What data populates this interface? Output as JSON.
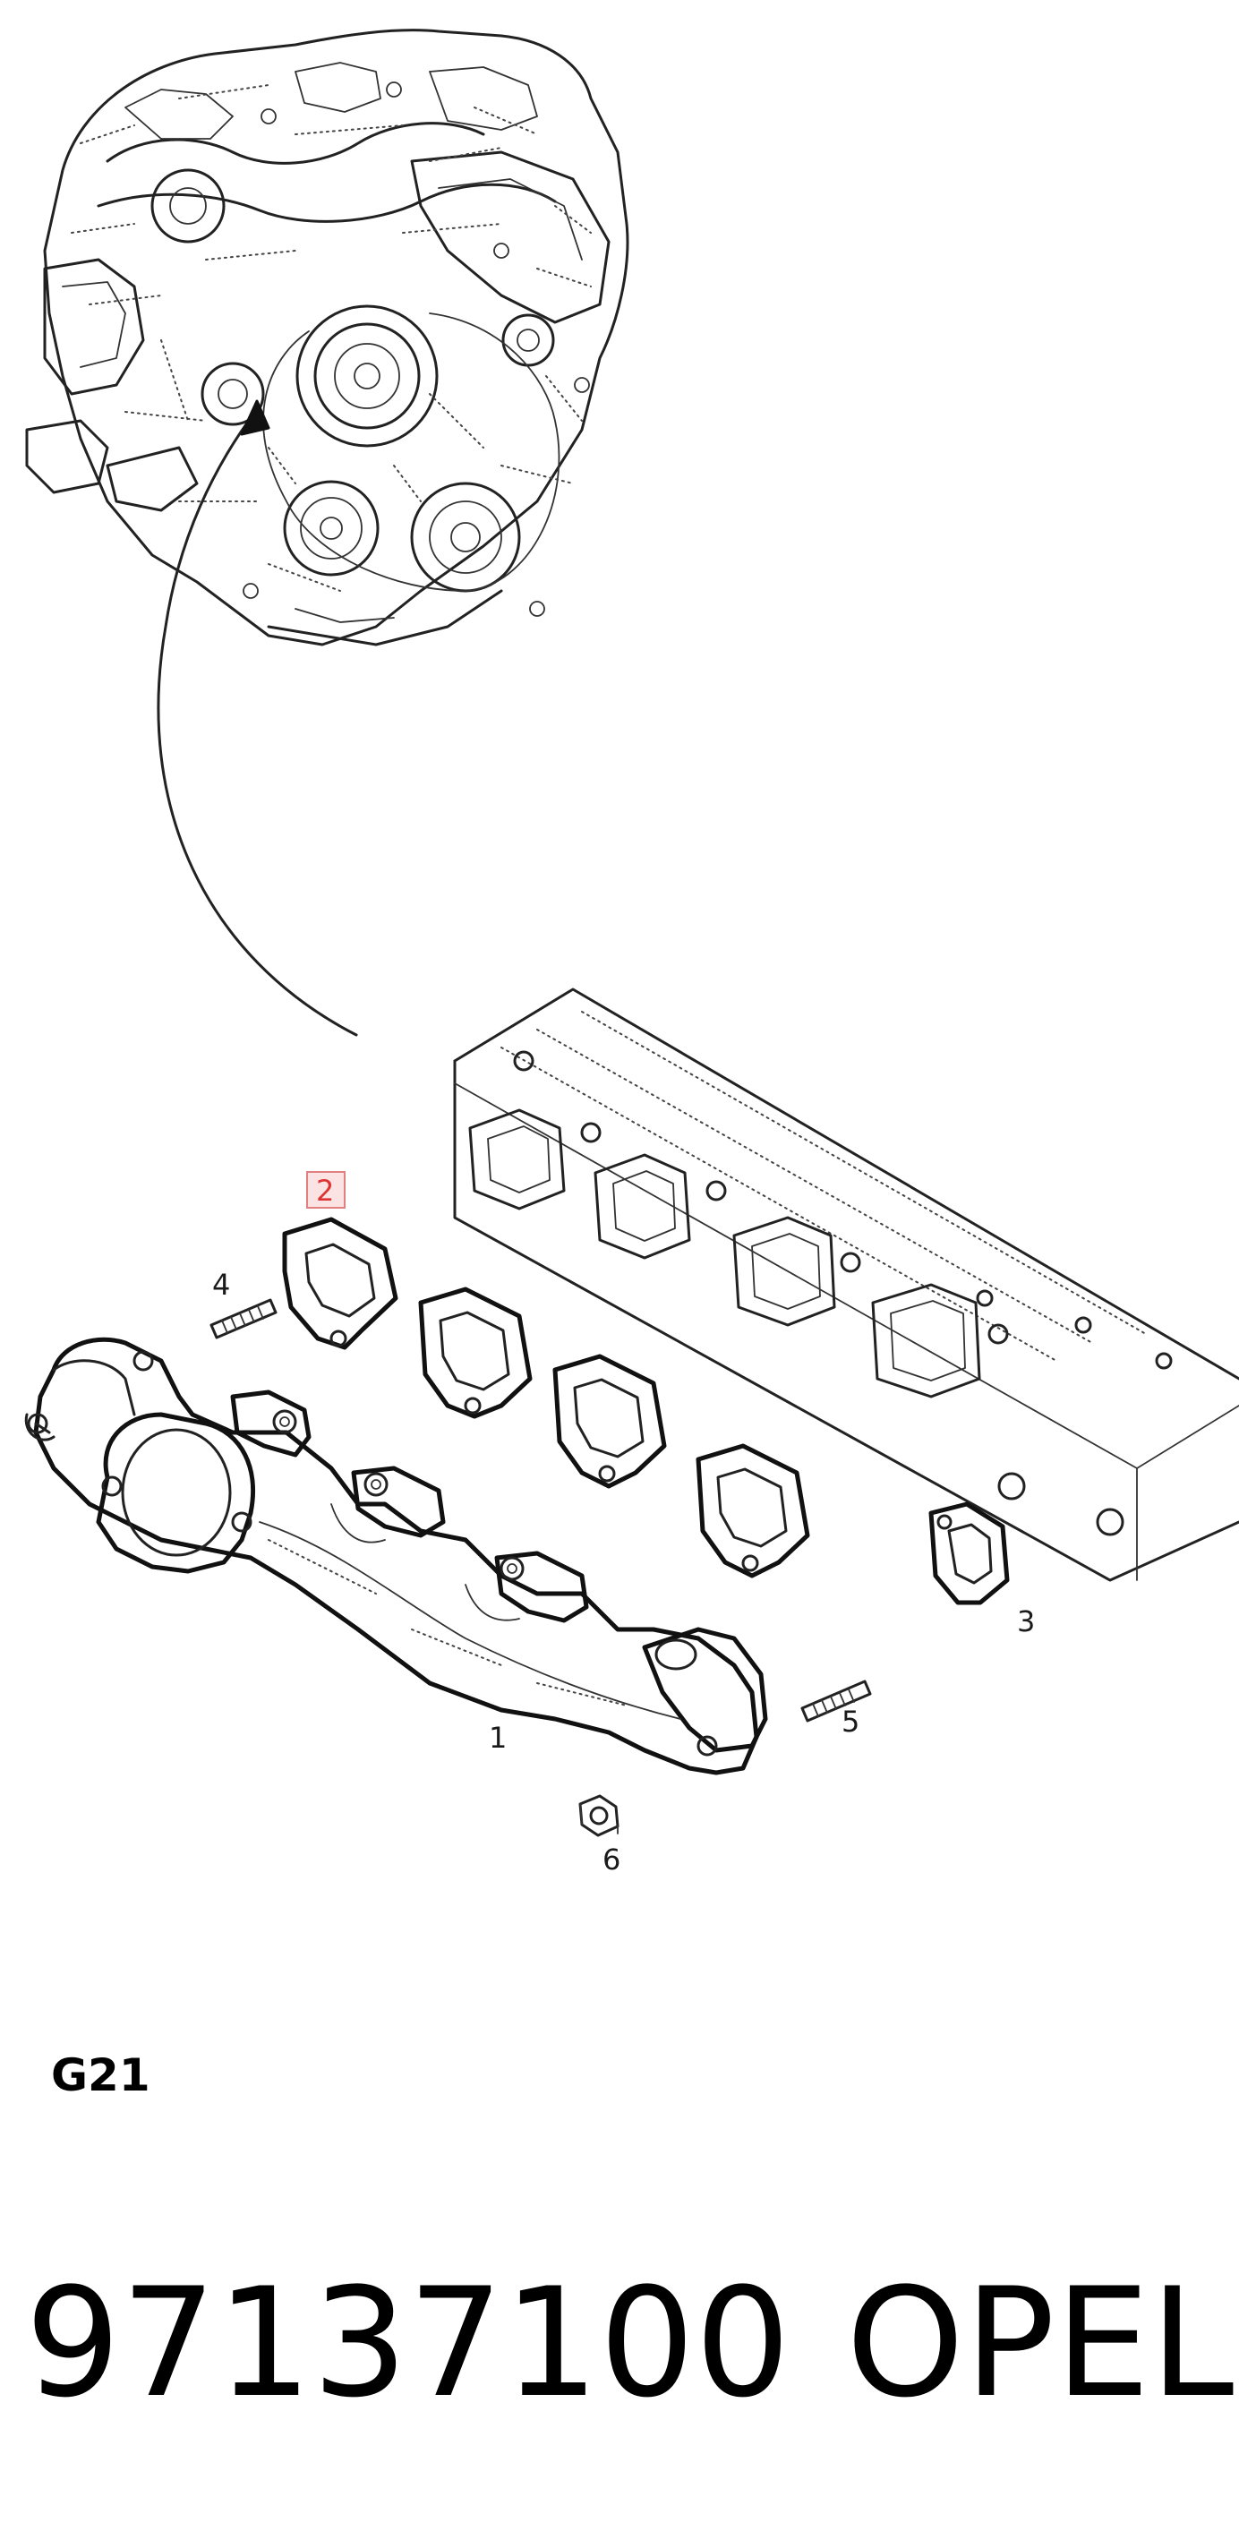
{
  "callouts": {
    "c1": "1",
    "c2": "2",
    "c3": "3",
    "c4": "4",
    "c5": "5",
    "c6": "6"
  },
  "highlight_color": "#e08080",
  "caption": "G21",
  "part_number": "97137100",
  "brand": "OPEL"
}
